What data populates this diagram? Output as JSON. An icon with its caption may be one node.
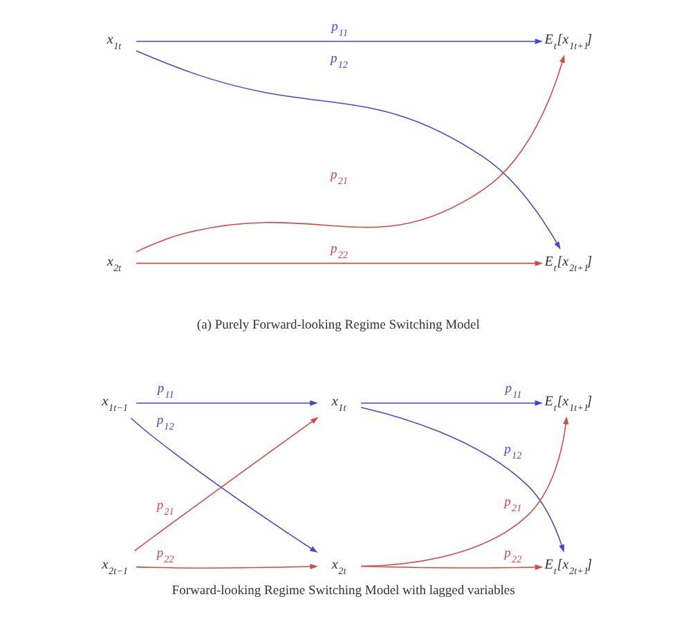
{
  "diagram": {
    "caption": "Forward-looking Regime Switching Model with lagged variables",
    "nodes": [
      {
        "text": [
          "x$_{1t}$"
        ]
      },
      {
        "text": [
          "E$_{t}$[x$_{1t+1}$]"
        ]
      },
      {
        "text": [
          "x$_{2t}$"
        ]
      },
      {
        "text": [
          "E$_{t}$[x$_{2t+1}$]"
        ]
      },
      {
        "text": [
          "x$_{1t−1}$"
        ]
      },
      {
        "text": [
          "x$_{1t}$"
        ]
      },
      {
        "text": [
          "E$_{t}$[x$_{1t+1}$]"
        ]
      },
      {
        "text": [
          "x$_{2t−1}$"
        ]
      },
      {
        "text": [
          "x$_{2t}$"
        ]
      },
      {
        "text": [
          "E$_{t}$[x$_{2t+1}$]"
        ]
      }
    ],
    "edges": [
      {
        "from": 0,
        "to": 1,
        "arrow": "to",
        "label": "p$_{11}$",
        "color": "#4646d8"
      },
      {
        "from": 0,
        "to": 3,
        "arrow": "to",
        "label": "p$_{12}$",
        "color": "#4646d8"
      },
      {
        "from": 2,
        "to": 1,
        "arrow": "to",
        "label": "p$_{21}$",
        "color": "#d84646"
      },
      {
        "from": 2,
        "to": 3,
        "arrow": "to",
        "label": "p$_{22}$",
        "color": "#d84646"
      },
      {
        "from": 4,
        "to": 5,
        "arrow": "to",
        "label": "p$_{11}$",
        "color": "#4646d8"
      },
      {
        "from": 4,
        "to": 8,
        "arrow": "to",
        "label": "p$_{12}$",
        "color": "#4646d8"
      },
      {
        "from": 7,
        "to": 5,
        "arrow": "to",
        "label": "p$_{21}$",
        "color": "#d84646"
      },
      {
        "from": 7,
        "to": 8,
        "arrow": "to",
        "label": "p$_{22}$",
        "color": "#d84646"
      },
      {
        "from": 5,
        "to": 6,
        "arrow": "to",
        "label": "p$_{11}$",
        "color": "#4646d8"
      },
      {
        "from": 5,
        "to": 9,
        "arrow": "to",
        "label": "p$_{12}$",
        "color": "#4646d8"
      },
      {
        "from": 8,
        "to": 6,
        "arrow": "to",
        "label": "p$_{21}$",
        "color": "#d84646"
      },
      {
        "from": 8,
        "to": 9,
        "arrow": "to",
        "label": "p$_{22}$",
        "color": "#d84646"
      }
    ],
    "labels": [
      "(a) Purely Forward-looking Regime Switching Model"
    ]
  }
}
